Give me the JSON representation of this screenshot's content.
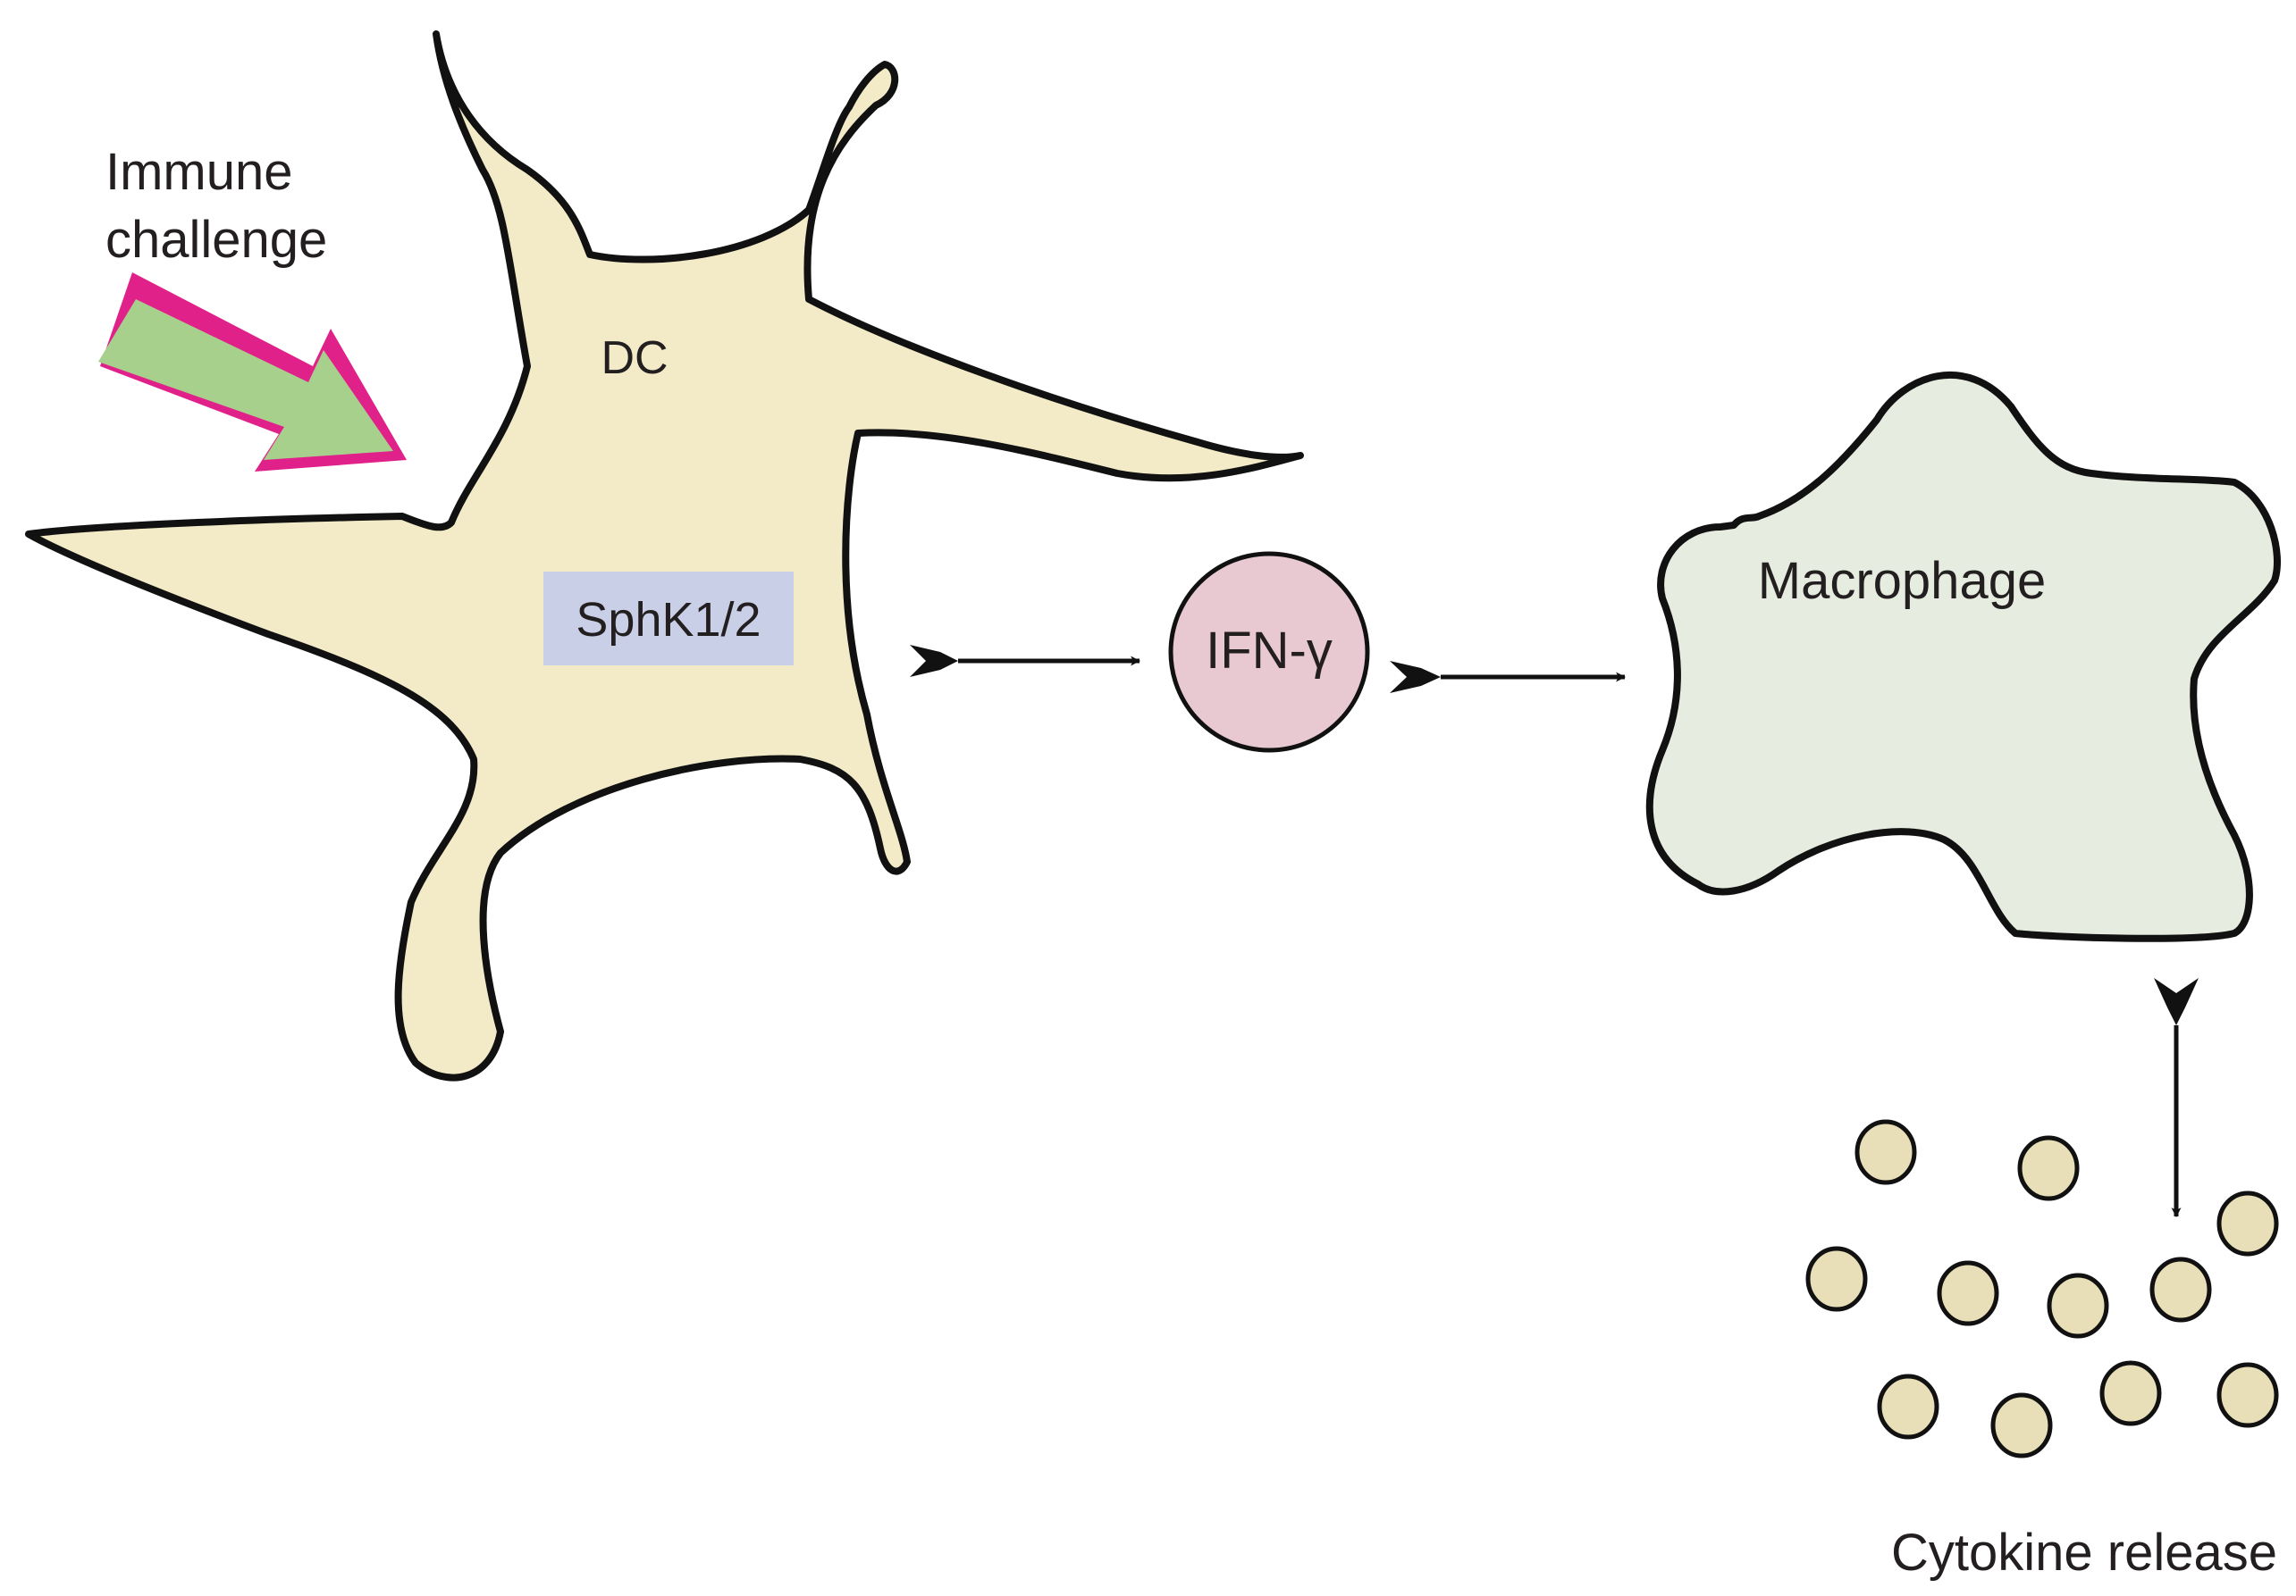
{
  "labels": {
    "immune_line1": "Immune",
    "immune_line2": "challenge",
    "dc": "DC",
    "sphk": "SphK1/2",
    "ifn": "IFN-γ",
    "macrophage": "Macrophage",
    "cytokine": "Cytokine release"
  },
  "colors": {
    "dc_fill": "#f3ebc8",
    "sphk_box": "#c9cfe6",
    "ifn_fill": "#e8c9d2",
    "macrophage_fill": "#e6ecdf",
    "cytokine_fill": "#e8dfb8",
    "arrow_green": "#a8d08d",
    "arrow_magenta": "#e0218a",
    "outline": "#111111"
  }
}
